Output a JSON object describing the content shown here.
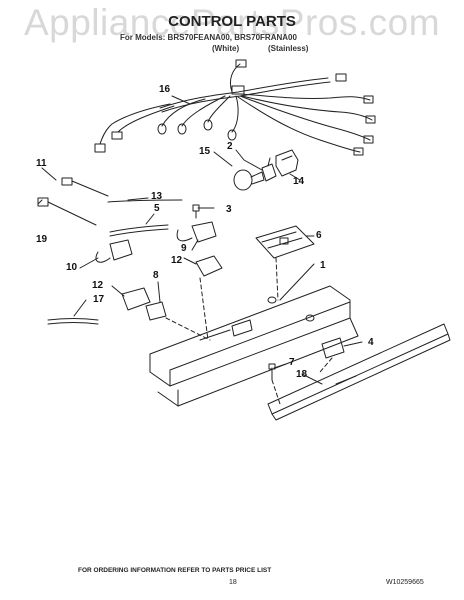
{
  "watermark": "AppliancePartsPros.com",
  "header": {
    "title": "CONTROL PARTS",
    "models_line": "For Models: BRS70FEANA00, BRS70FRANA00",
    "model_a": "(White)",
    "model_b": "(Stainless)"
  },
  "callouts": [
    {
      "id": "c16",
      "label": "16"
    },
    {
      "id": "c2",
      "label": "2"
    },
    {
      "id": "c15",
      "label": "15"
    },
    {
      "id": "c14",
      "label": "14"
    },
    {
      "id": "c11",
      "label": "11"
    },
    {
      "id": "c13",
      "label": "13"
    },
    {
      "id": "c3",
      "label": "3"
    },
    {
      "id": "c5",
      "label": "5"
    },
    {
      "id": "c19",
      "label": "19"
    },
    {
      "id": "c6",
      "label": "6"
    },
    {
      "id": "c9",
      "label": "9"
    },
    {
      "id": "c10",
      "label": "10"
    },
    {
      "id": "c12a",
      "label": "12"
    },
    {
      "id": "c1",
      "label": "1"
    },
    {
      "id": "c8",
      "label": "8"
    },
    {
      "id": "c12b",
      "label": "12"
    },
    {
      "id": "c17",
      "label": "17"
    },
    {
      "id": "c4",
      "label": "4"
    },
    {
      "id": "c7",
      "label": "7"
    },
    {
      "id": "c18",
      "label": "18"
    }
  ],
  "footer": {
    "ordering_note": "FOR ORDERING INFORMATION REFER TO PARTS PRICE LIST",
    "page_number": "18",
    "doc_id": "W10259665"
  },
  "colors": {
    "line": "#222222",
    "watermark": "#d8d8d8",
    "ink": "#111111"
  }
}
